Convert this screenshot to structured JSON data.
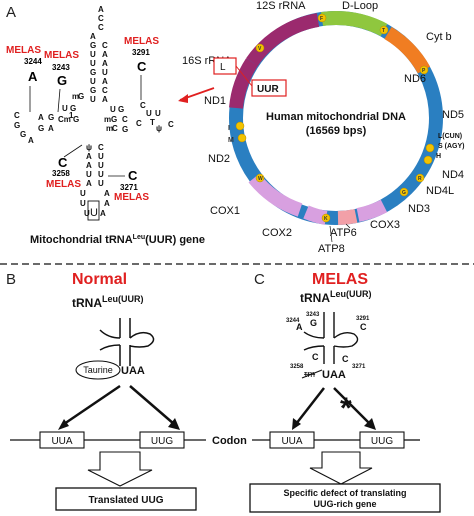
{
  "panels": {
    "a": "A",
    "b": "B",
    "c": "C"
  },
  "colors": {
    "melas_red": "#e02020",
    "normal_red": "#e02020",
    "rrna": "#9b2a6e",
    "dloop": "#8fc73e",
    "cytb": "#f07d22",
    "nd_blue": "#2a7fc1",
    "cox": "#d8a0e0",
    "trna_yellow": "#f2c200"
  },
  "panel_a": {
    "trna": {
      "acceptor": [
        "A",
        "C",
        "C",
        "A",
        "C",
        "G",
        "G",
        "C",
        "U",
        "A",
        "A",
        "U",
        "U"
      ],
      "melas_labels": [
        "MELAS",
        "MELAS",
        "MELAS",
        "MELAS",
        "MELAS"
      ],
      "positions": [
        "3244",
        "3243",
        "3291",
        "3258",
        "3271"
      ],
      "mutant_bases": [
        "A",
        "G",
        "C",
        "C",
        "C"
      ],
      "caption_main": "Mitochondrial tRNA",
      "caption_sup": "Leu",
      "caption_rest": "(UUR)  gene",
      "anticodon_box": "U"
    },
    "mito": {
      "center_title": "Human mitochondrial DNA",
      "center_sub": "(16569 bps)",
      "genes": [
        "12S rRNA",
        "D-Loop",
        "Cyt b",
        "16S rRNA",
        "ND6",
        "ND1",
        "ND5",
        "ND2",
        "ND4",
        "ND4L",
        "COX1",
        "ND3",
        "COX2",
        "ATP6",
        "COX3",
        "ATP8"
      ],
      "trna_letters": [
        "V",
        "F",
        "T",
        "P",
        "L",
        "I",
        "M",
        "W",
        "H",
        "S",
        "L",
        "R",
        "G",
        "K"
      ],
      "side_labels": [
        "L(CUN)",
        "S (AGY)",
        "H"
      ],
      "callout_l": "L",
      "callout_uur": "UUR",
      "ring_letters_left": [
        "I",
        "M"
      ]
    }
  },
  "panel_b": {
    "title": "Normal",
    "trna_main": "tRNA",
    "trna_sup": "Leu(UUR)",
    "modification": "Taurine",
    "anticodon": "UAA",
    "codon_left": "UUA",
    "codon_right": "UUG",
    "result": "Translated UUG"
  },
  "panel_c": {
    "title": "MELAS",
    "trna_main": "tRNA",
    "trna_sup": "Leu(UUR)",
    "positions": [
      "3244",
      "3243",
      "3291",
      "3258",
      "3271"
    ],
    "bases": [
      "A",
      "G",
      "C",
      "C",
      "C"
    ],
    "modification_struck": "τm",
    "anticodon": "UAA",
    "codon_left": "UUA",
    "codon_right": "UUG",
    "result_line1": "Specific defect of translating",
    "result_line2": "UUG-rich gene"
  },
  "codon_label": "Codon"
}
